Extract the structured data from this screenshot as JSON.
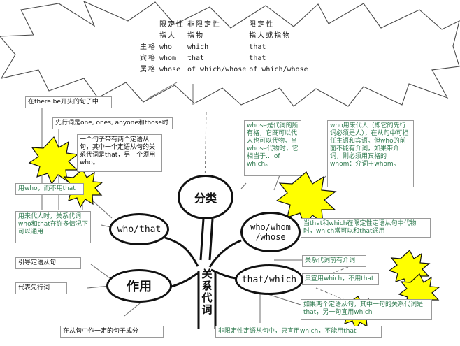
{
  "diagram": {
    "title_table": {
      "col_headers_row1": [
        "限定性",
        "非限定性",
        "限定性"
      ],
      "col_headers_row2": [
        "指人",
        "指物",
        "指人或指物"
      ],
      "rows": [
        {
          "label": "主格",
          "cells": [
            "who",
            "which",
            "that"
          ]
        },
        {
          "label": "宾格",
          "cells": [
            "whom",
            "that",
            "that"
          ]
        },
        {
          "label": "属格",
          "cells": [
            "whose",
            "of which/whose",
            "of which/whose"
          ]
        }
      ]
    },
    "center": {
      "label": "关系代词",
      "chars": [
        "关",
        "系",
        "代",
        "词"
      ]
    },
    "nodes": [
      {
        "id": "fenlei",
        "label": "分类"
      },
      {
        "id": "who-that",
        "label": "who/that"
      },
      {
        "id": "who-whom-whose",
        "label": "who/whom\n/whose"
      },
      {
        "id": "that-which",
        "label": "that/which"
      },
      {
        "id": "zuoyong",
        "label": "作用"
      }
    ],
    "notes": [
      {
        "id": "n1",
        "text": "在there be开头的句子中"
      },
      {
        "id": "n2",
        "text": "先行词是one, ones, anyone和those时"
      },
      {
        "id": "n3",
        "text": "一个句子带有两个定语从句，其中一个定语从句的关系代词是that，另一个须用who。"
      },
      {
        "id": "n4",
        "text": "用who，而不用that"
      },
      {
        "id": "n5",
        "text": "用来代人时，关系代词who和that在许多情况下可以通用"
      },
      {
        "id": "n6",
        "text": "引导定语从句"
      },
      {
        "id": "n7",
        "text": "代表先行词"
      },
      {
        "id": "n8",
        "text": "在从句中作一定的句子成分"
      },
      {
        "id": "n9",
        "text": "whose是代词的所有格，它既可以代人也可以代物。当whose代物时，它相当于… of which。"
      },
      {
        "id": "n10",
        "text": "who用来代人（即它的先行词必须是人），在从句中可担任主语和宾语。但who的前面不能有介词，如果带介词，则必须用宾格的whom：介词＋whom。"
      },
      {
        "id": "n11",
        "text": "当that和which在限定性定语从句中代物时，which常可以和that通用"
      },
      {
        "id": "n12",
        "text": "关系代词前有介词"
      },
      {
        "id": "n13",
        "text": "只宜用which，不用that"
      },
      {
        "id": "n14",
        "text": "如果两个定语从句，其中一句的关系代词是that，另一句宜用which"
      },
      {
        "id": "n15",
        "text": "非限定性定语从句中，只宜用which，不能用that"
      }
    ],
    "colors": {
      "star_fill": "#FFFF00",
      "star_stroke": "#111111",
      "note_text": "#2f7a4f",
      "note_border": "#9a9a9a",
      "bubble_stroke": "#111111",
      "connector": "#555555",
      "background": "#ffffff"
    },
    "stars": [
      {
        "id": "star-1"
      },
      {
        "id": "star-2"
      },
      {
        "id": "star-3"
      },
      {
        "id": "star-4"
      },
      {
        "id": "star-5"
      },
      {
        "id": "star-6"
      }
    ]
  }
}
